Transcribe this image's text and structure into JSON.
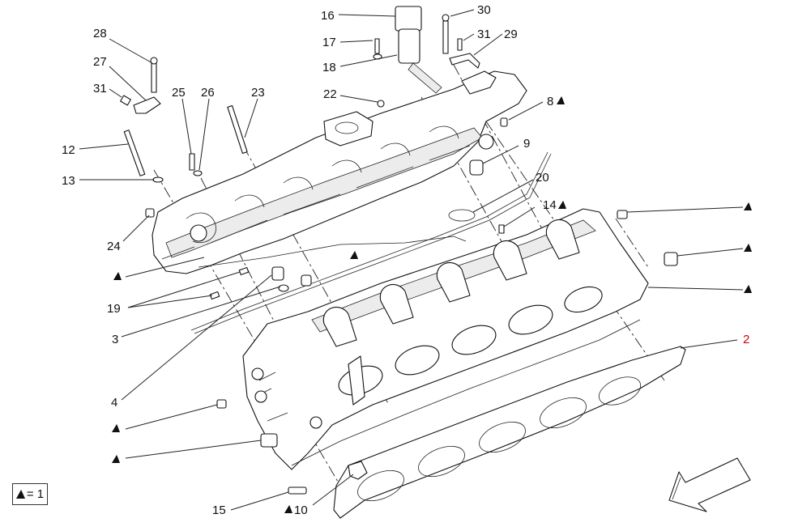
{
  "callouts": {
    "c16": "16",
    "c30": "30",
    "c17": "17",
    "c31a": "31",
    "c29": "29",
    "c18": "18",
    "c28": "28",
    "c27": "27",
    "c31b": "31",
    "c25": "25",
    "c26": "26",
    "c23": "23",
    "c22": "22",
    "c8": "8",
    "c12": "12",
    "c9": "9",
    "c13": "13",
    "c20": "20",
    "c14": "14",
    "c24": "24",
    "c19": "19",
    "c3": "3",
    "c4": "4",
    "c2": "2",
    "c15": "15",
    "c10": "10"
  },
  "legend": {
    "text": "= 1"
  },
  "colors": {
    "highlight": "#d40000",
    "line": "#111111"
  },
  "icons": {
    "marker": "triangle-marker-icon",
    "direction": "direction-arrow-icon"
  }
}
